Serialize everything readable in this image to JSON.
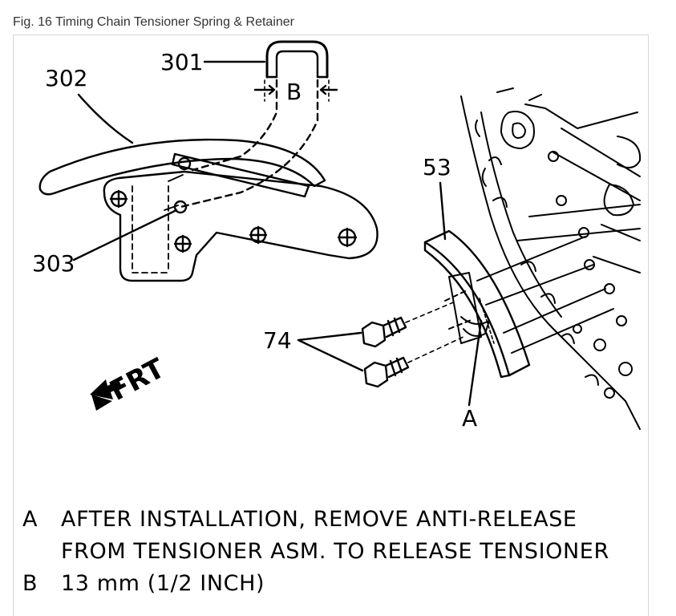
{
  "caption": "Fig. 16 Timing Chain Tensioner Spring & Retainer",
  "callouts": {
    "c301": "301",
    "c302": "302",
    "c303": "303",
    "c53": "53",
    "c74": "74",
    "cA": "A",
    "cB": "B",
    "frt": "FRT"
  },
  "legend": [
    {
      "key": "A",
      "lines": [
        "AFTER INSTALLATION, REMOVE ANTI-RELEASE",
        "FROM TENSIONER ASM. TO RELEASE TENSIONER"
      ]
    },
    {
      "key": "B",
      "lines": [
        "13 mm (1/2 INCH)"
      ]
    }
  ]
}
